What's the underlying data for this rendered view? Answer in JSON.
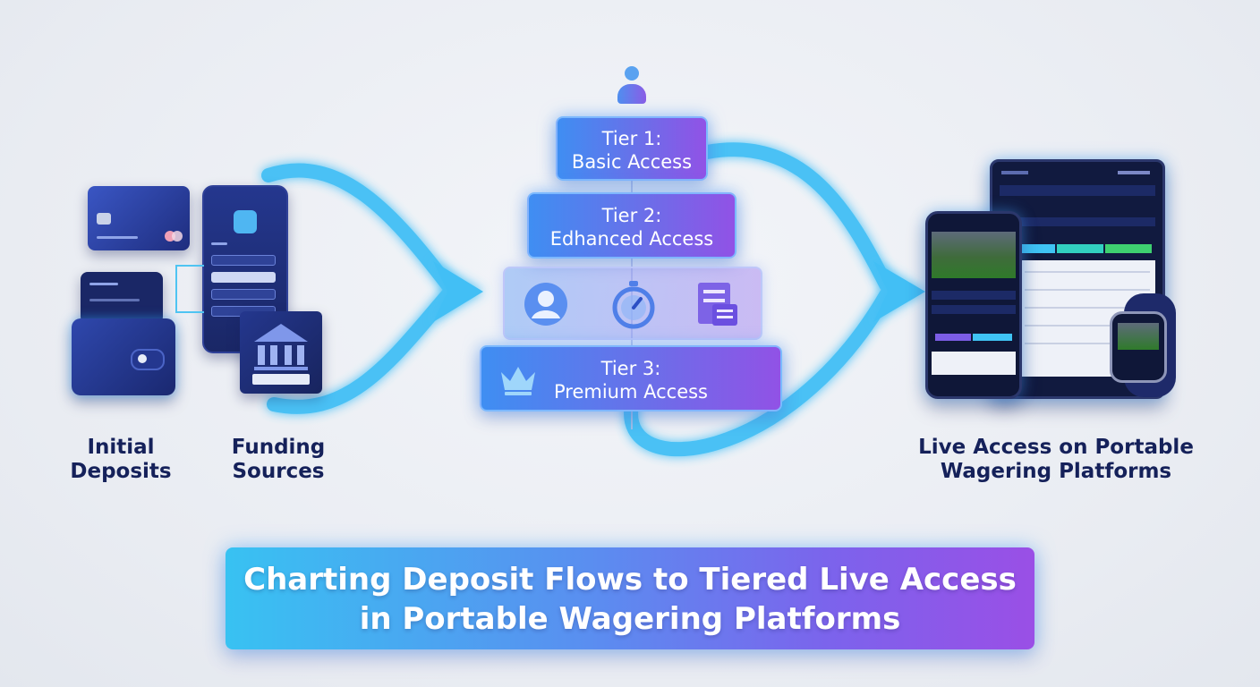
{
  "labels": {
    "initial_deposits": [
      "Initial",
      "Deposits"
    ],
    "funding_sources": [
      "Funding",
      "Sources"
    ],
    "live_access": [
      "Live Access on Portable",
      "Wagering Platforms"
    ]
  },
  "tiers": [
    {
      "title": "Tier 1:",
      "subtitle": "Basic Access"
    },
    {
      "title": "Tier 2:",
      "subtitle": "Edhanced Access"
    },
    {
      "title": "Tier 3:",
      "subtitle": "Premium Access"
    }
  ],
  "banner": {
    "line1": "Charting Deposit Flows to Tiered Live Access",
    "line2": "in Portable Wagering Platforms"
  },
  "colors": {
    "flow": "#42bff5",
    "navy": "#15215a",
    "tier_start": "#3f8ef2",
    "tier_end": "#9152e6"
  },
  "icons": {
    "top": "user-icon",
    "middle": [
      "user-circle-icon",
      "stopwatch-icon",
      "document-icon"
    ],
    "tier3": "crown-icon"
  }
}
